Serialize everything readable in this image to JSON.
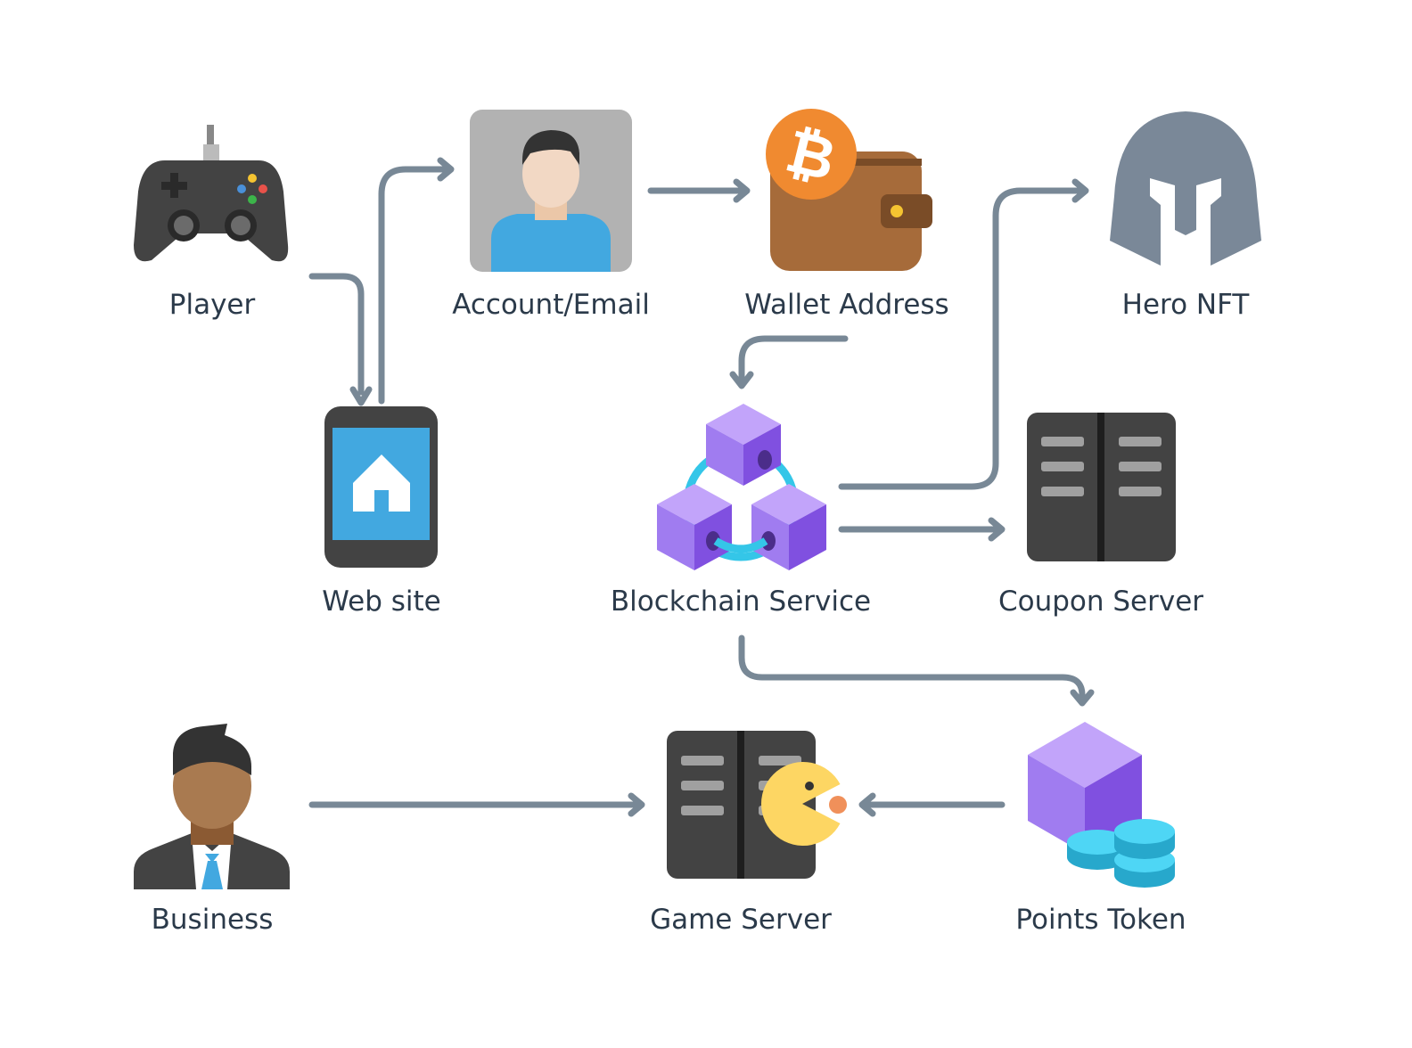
{
  "nodes": [
    {
      "id": "player",
      "label": "Player",
      "icon": "gamepad-icon"
    },
    {
      "id": "account",
      "label": "Account/Email",
      "icon": "user-avatar-icon"
    },
    {
      "id": "wallet",
      "label": "Wallet Address",
      "icon": "bitcoin-wallet-icon"
    },
    {
      "id": "hero",
      "label": "Hero NFT",
      "icon": "spartan-helmet-icon"
    },
    {
      "id": "website",
      "label": "Web site",
      "icon": "mobile-home-icon"
    },
    {
      "id": "blockchain",
      "label": "Blockchain Service",
      "icon": "blockchain-cubes-icon"
    },
    {
      "id": "coupon",
      "label": "Coupon Server",
      "icon": "server-icon"
    },
    {
      "id": "business",
      "label": "Business",
      "icon": "businessman-icon"
    },
    {
      "id": "gameserver",
      "label": "Game Server",
      "icon": "game-server-icon"
    },
    {
      "id": "points",
      "label": "Points Token",
      "icon": "token-coins-icon"
    }
  ],
  "edges": [
    {
      "from": "player",
      "to": "website"
    },
    {
      "from": "website",
      "to": "account"
    },
    {
      "from": "account",
      "to": "wallet"
    },
    {
      "from": "wallet",
      "to": "blockchain"
    },
    {
      "from": "blockchain",
      "to": "hero"
    },
    {
      "from": "blockchain",
      "to": "coupon"
    },
    {
      "from": "blockchain",
      "to": "points"
    },
    {
      "from": "business",
      "to": "gameserver"
    },
    {
      "from": "points",
      "to": "gameserver"
    }
  ],
  "colors": {
    "edge": "#788896",
    "label": "#2b3a4a",
    "dark": "#434343",
    "blue": "#42a8e0",
    "purple": "#a07cf0",
    "cyan": "#34c6e8",
    "bitcoin": "#f08a30",
    "wallet": "#a66b3a",
    "helmet": "#7a8898",
    "yellow": "#fdd663"
  }
}
